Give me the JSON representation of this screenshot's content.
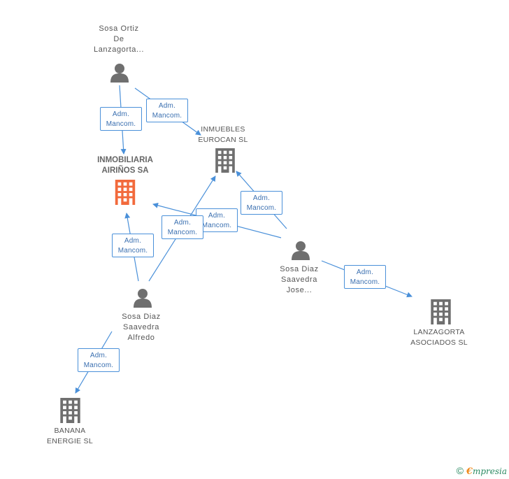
{
  "nodes": {
    "sosa_ortiz": {
      "lines": [
        "Sosa Ortiz",
        "De",
        "Lanzagorta..."
      ]
    },
    "inmobiliaria": {
      "lines": [
        "INMOBILIARIA",
        "AIRIÑOS SA"
      ]
    },
    "inmuebles": {
      "lines": [
        "INMUEBLES",
        "EUROCAN SL"
      ]
    },
    "sosa_jose": {
      "lines": [
        "Sosa Diaz",
        "Saavedra",
        "Jose..."
      ]
    },
    "sosa_alfredo": {
      "lines": [
        "Sosa Diaz",
        "Saavedra",
        "Alfredo"
      ]
    },
    "lanzagorta": {
      "lines": [
        "LANZAGORTA",
        "ASOCIADOS SL"
      ]
    },
    "banana": {
      "lines": [
        "BANANA",
        "ENERGIE SL"
      ]
    }
  },
  "edges": [
    {
      "id": "e1",
      "l1": "Adm.",
      "l2": "Mancom."
    },
    {
      "id": "e2",
      "l1": "Adm.",
      "l2": "Mancom."
    },
    {
      "id": "e3",
      "l1": "Adm.",
      "l2": "Mancom."
    },
    {
      "id": "e4",
      "l1": "Adm.",
      "l2": "Mancom."
    },
    {
      "id": "e5",
      "l1": "Adm.",
      "l2": "Mancom."
    },
    {
      "id": "e6",
      "l1": "Adm.",
      "l2": "Mancom."
    },
    {
      "id": "e7",
      "l1": "Adm.",
      "l2": "Mancom."
    },
    {
      "id": "e8",
      "l1": "Adm.",
      "l2": "Mancom."
    }
  ],
  "footer": {
    "copyright": "©",
    "brand_first": "€",
    "brand_rest": "mpresia"
  },
  "colors": {
    "edge": "#4a90d9",
    "person": "#6f6f6f",
    "company": "#6f6f6f",
    "focus_company": "#f26a3c"
  }
}
